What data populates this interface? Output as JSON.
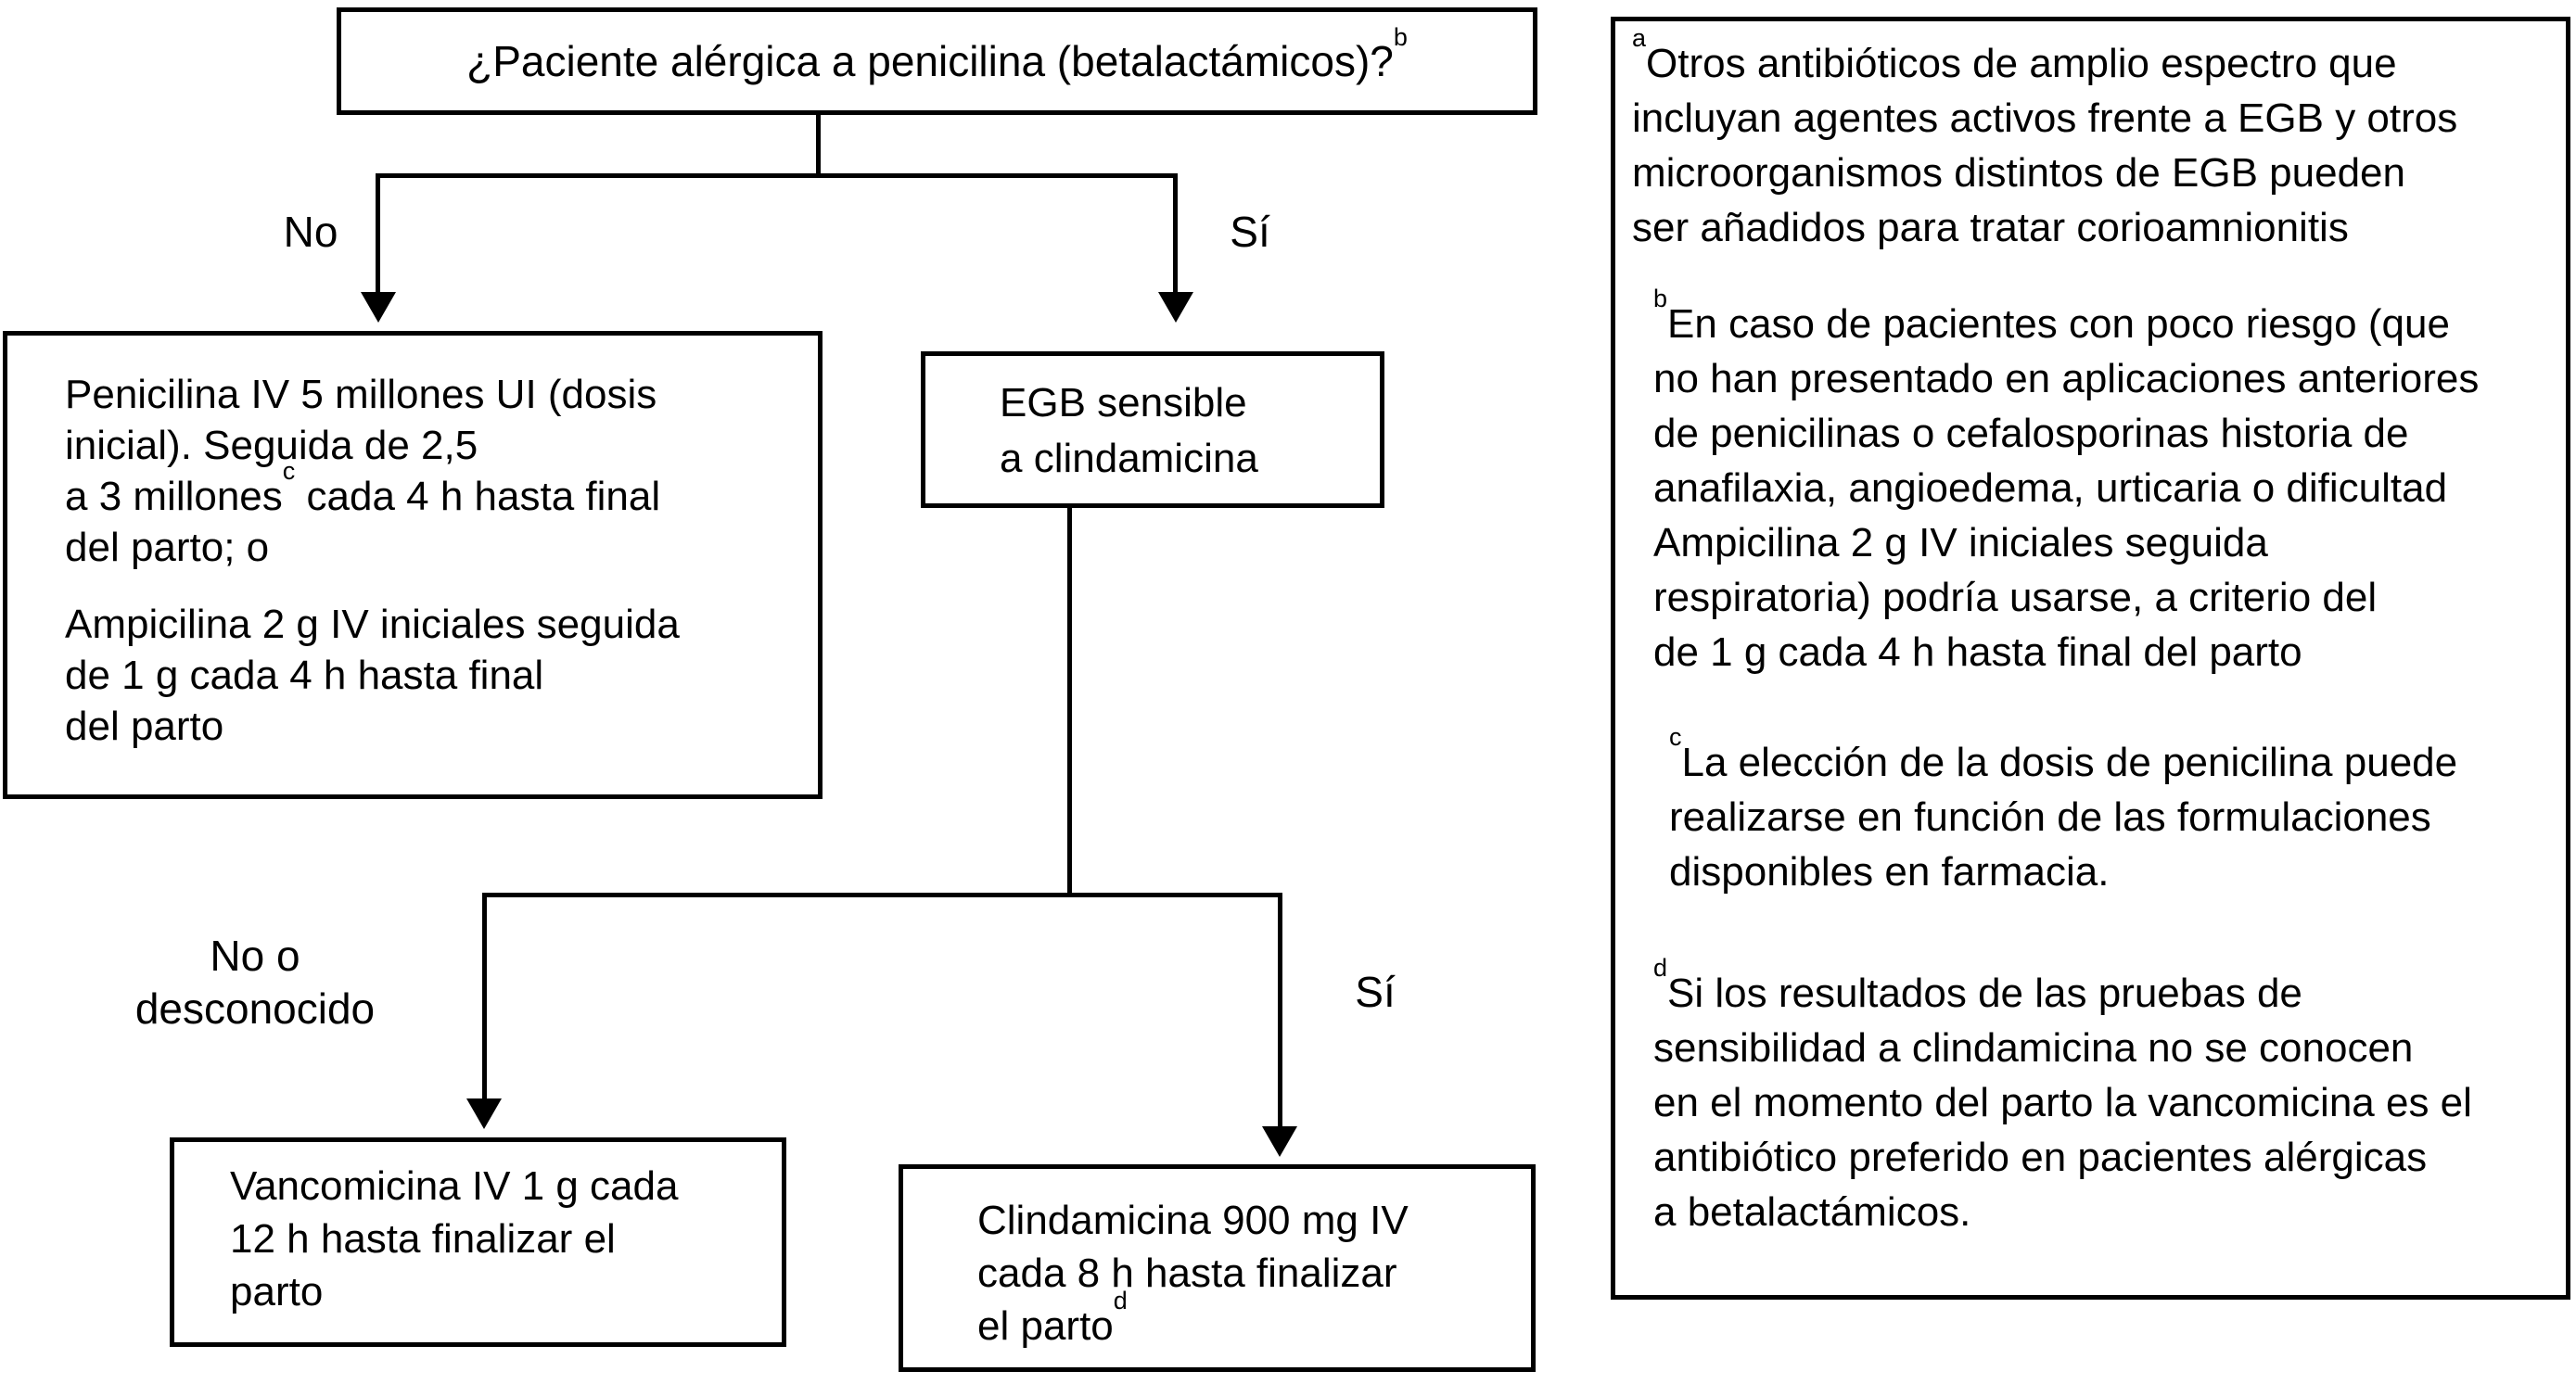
{
  "colors": {
    "line": "#000000",
    "background": "#ffffff",
    "text": "#000000"
  },
  "decision_box": {
    "text": "¿Paciente alérgica a penicilina (betalactámicos)?",
    "sup": "b"
  },
  "branch_top": {
    "no": "No",
    "yes": "Sí"
  },
  "penicillin_box": {
    "p1_l1": "Penicilina IV 5 millones UI (dosis",
    "p1_l2": "inicial). Seguida de 2,5",
    "p1_l3_pre": "a 3 millones",
    "p1_l3_sup": "c",
    "p1_l3_post": " cada 4 h hasta final",
    "p1_l4": "del parto; o",
    "p2_l1": "Ampicilina 2 g IV iniciales seguida",
    "p2_l2": "de 1 g cada 4 h hasta final",
    "p2_l3": "del parto"
  },
  "egb_box": {
    "l1": "EGB sensible",
    "l2": "a clindamicina"
  },
  "branch_bottom": {
    "no_l1": "No o",
    "no_l2": "desconocido",
    "yes": "Sí"
  },
  "vancomycin_box": {
    "l1": "Vancomicina IV 1 g cada",
    "l2": "12 h hasta finalizar el",
    "l3": "parto"
  },
  "clindamycin_box": {
    "l1": "Clindamicina 900 mg IV",
    "l2": "cada 8 h hasta finalizar",
    "l3_pre": "el parto",
    "l3_sup": "d"
  },
  "footnotes": {
    "a": {
      "sup": "a",
      "l1": "Otros antibióticos de amplio espectro que",
      "l2": "incluyan agentes activos frente a EGB y otros",
      "l3": "microorganismos distintos de EGB pueden",
      "l4": "ser añadidos para tratar corioamnionitis"
    },
    "b": {
      "sup": "b",
      "l1": "En caso de pacientes con poco riesgo (que",
      "l2": "no han presentado en aplicaciones anteriores",
      "l3": "de penicilinas o cefalosporinas historia de",
      "l4": "anafilaxia, angioedema, urticaria o dificultad",
      "l5": "Ampicilina 2 g IV iniciales seguida",
      "l6": "respiratoria) podría usarse, a criterio del",
      "l7": "de 1 g cada 4 h hasta final del parto"
    },
    "c": {
      "sup": "c",
      "l1": "La elección de la dosis de penicilina puede",
      "l2": "realizarse en función de las formulaciones",
      "l3": "disponibles en farmacia."
    },
    "d": {
      "sup": "d",
      "l1": "Si los resultados de las pruebas de",
      "l2": "sensibilidad a clindamicina no se conocen",
      "l3": "en el momento del parto la vancomicina es el",
      "l4": "antibiótico preferido en pacientes alérgicas",
      "l5": "a betalactámicos."
    }
  }
}
